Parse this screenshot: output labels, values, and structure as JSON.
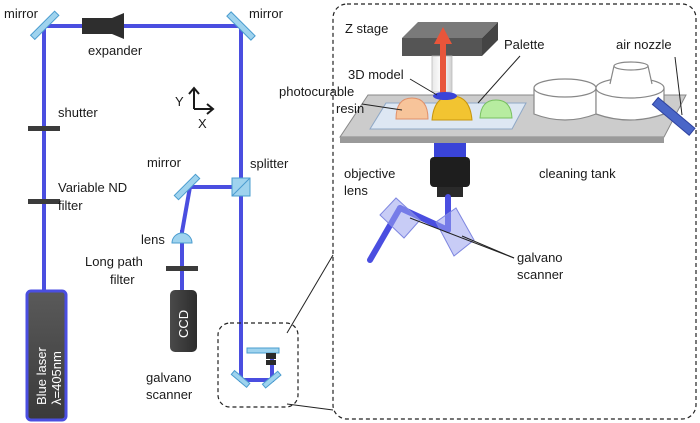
{
  "left_setup": {
    "mirror_top_left": "mirror",
    "expander": "expander",
    "mirror_top_right": "mirror",
    "shutter": "shutter",
    "nd_filter_line1": "Variable ND",
    "nd_filter_line2": "filter",
    "axis_y": "Y",
    "axis_x": "X",
    "mirror_mid": "mirror",
    "splitter": "splitter",
    "lens": "lens",
    "lpf_line1": "Long path",
    "lpf_line2": "filter",
    "ccd": "CCD",
    "laser_line1": "Blue laser",
    "laser_line2": "λ=405nm",
    "galvano_line1": "galvano",
    "galvano_line2": "scanner"
  },
  "detail_view": {
    "z_stage": "Z stage",
    "palette": "Palette",
    "model_3d": "3D model",
    "resin_line1": "photocurable",
    "resin_line2": "resin",
    "air_nozzle": "air nozzle",
    "objective_line1": "objective",
    "objective_line2": "lens",
    "cleaning_tank": "cleaning tank",
    "galvano_line1": "galvano",
    "galvano_line2": "scanner"
  },
  "colors": {
    "beam": "#4a4ee0",
    "optic": "#9fd3ee",
    "stage": "#555555",
    "arrow": "#e8553a"
  }
}
